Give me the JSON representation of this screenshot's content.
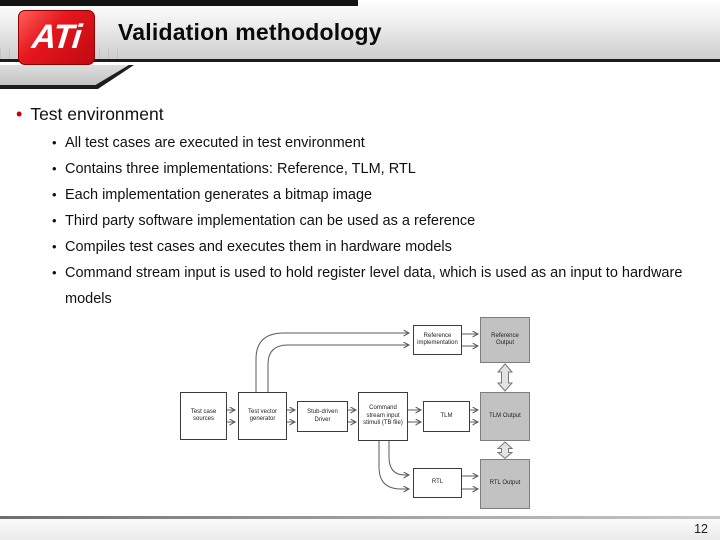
{
  "header": {
    "logo_text": "ATi",
    "title": "Validation methodology"
  },
  "content": {
    "heading": "Test environment",
    "bullets": [
      {
        "text": "All test cases are executed in test environment"
      },
      {
        "text": "Contains three implementations: Reference, TLM, RTL"
      },
      {
        "text": "Each implementation generates a bitmap image"
      },
      {
        "text": "Third party software implementation can be used as a reference"
      },
      {
        "text": "Compiles test cases and executes them in hardware models"
      },
      {
        "text": "Command stream input is used to hold register level data, which is used as an input to hardware models"
      }
    ]
  },
  "diagram": {
    "boxes": [
      {
        "label": "Test case sources",
        "type": "process"
      },
      {
        "label": "Test vector generator",
        "type": "process"
      },
      {
        "label": "Stub-driven Driver",
        "type": "process"
      },
      {
        "label": "Command stream input stimuli (TB file)",
        "type": "process"
      },
      {
        "label": "TLM",
        "type": "process"
      },
      {
        "label": "TLM Output",
        "type": "output"
      },
      {
        "label": "Reference implementation",
        "type": "process"
      },
      {
        "label": "Reference Output",
        "type": "output"
      },
      {
        "label": "RTL",
        "type": "process"
      },
      {
        "label": "RTL Output",
        "type": "output"
      }
    ]
  },
  "footer": {
    "page_number": "12"
  },
  "colors": {
    "logo_red": "#e6161e",
    "bullet_red": "#cc0000",
    "output_box_gray": "#c2c2c2",
    "header_line_black": "#1c1c1c"
  }
}
